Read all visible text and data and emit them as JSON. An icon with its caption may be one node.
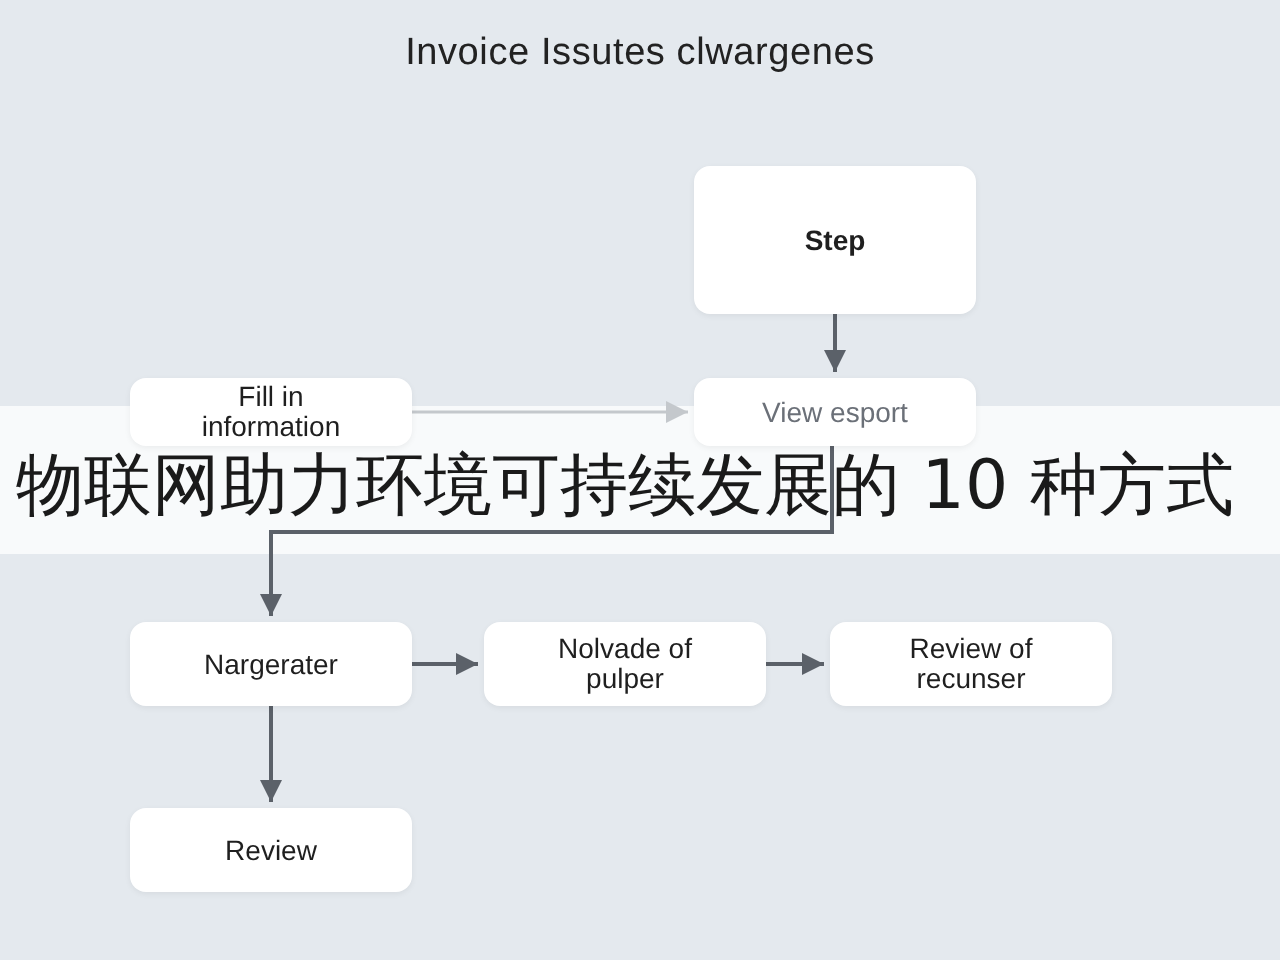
{
  "diagram": {
    "title": "Invoice Issutes clwargenes",
    "nodes": [
      {
        "text": [
          "Step"
        ]
      },
      {
        "text": [
          "Fill in information"
        ]
      },
      {
        "text": [
          "View esport"
        ]
      },
      {
        "text": [
          "Nargerater"
        ]
      },
      {
        "text": [
          "Nolvade of pulper"
        ]
      },
      {
        "text": [
          "Review of recunser"
        ]
      },
      {
        "text": [
          "Review"
        ]
      }
    ],
    "edges": [
      {
        "from": 0,
        "to": 2,
        "arrow": "to"
      },
      {
        "from": 1,
        "to": 2,
        "arrow": "to",
        "color": "#c4c8cc"
      },
      {
        "from": 2,
        "to": 3,
        "arrow": "to"
      },
      {
        "from": 3,
        "to": 4,
        "arrow": "to"
      },
      {
        "from": 4,
        "to": 5,
        "arrow": "to"
      },
      {
        "from": 3,
        "to": 6,
        "arrow": "to"
      }
    ],
    "labels": [
      "物联网助力环境可持续发展的 10 种方式"
    ]
  }
}
